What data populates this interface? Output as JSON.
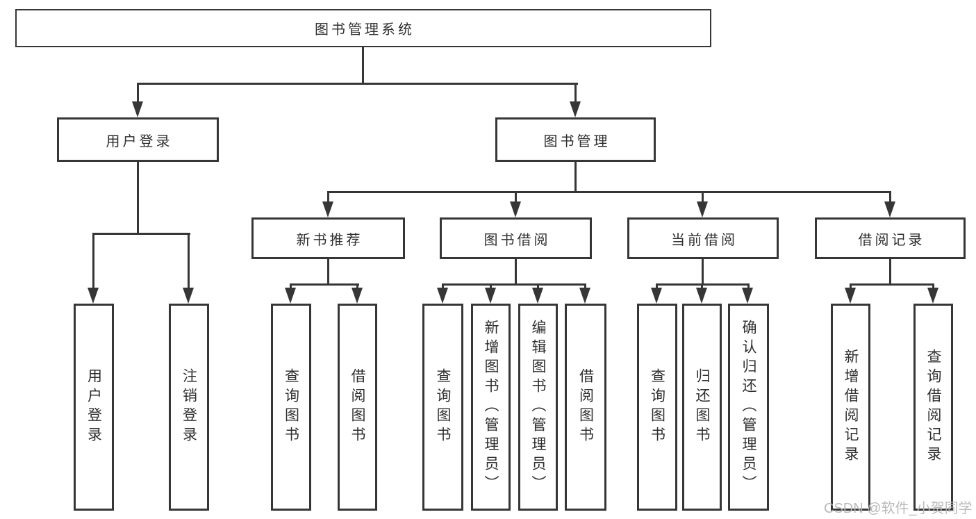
{
  "nodes": {
    "root": "图书管理系统",
    "level2": [
      "用户登录",
      "图书管理"
    ],
    "level3": [
      "新书推荐",
      "图书借阅",
      "当前借阅",
      "借阅记录"
    ],
    "leaves": {
      "userLogin": [
        "用户登录",
        "注销登录"
      ],
      "newBooks": [
        "查询图书",
        "借阅图书"
      ],
      "bookBorrow": [
        "查询图书",
        "新增图书（管理员）",
        "编辑图书（管理员）",
        "借阅图书"
      ],
      "currentBorrow": [
        "查询图书",
        "归还图书",
        "确认归还（管理员）"
      ],
      "borrowRecords": [
        "新增借阅记录",
        "查询借阅记录"
      ]
    }
  },
  "watermark": "CSDN @软件_小贺同学",
  "colors": {
    "line": "#363636",
    "text": "#2f2f2f",
    "watermark": "#b6b6b6",
    "background": "#ffffff"
  }
}
